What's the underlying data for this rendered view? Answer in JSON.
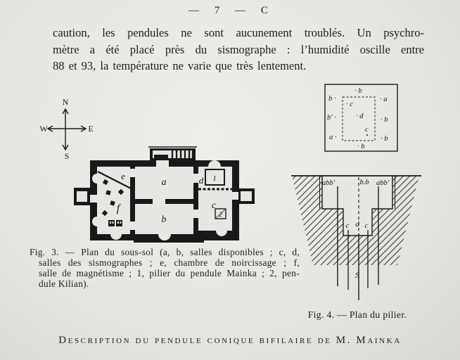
{
  "page": {
    "header": "— 7 — C",
    "paragraph_lines": [
      "caution, les pendules ne sont aucunement troublés. Un psychro-",
      "mètre a été placé près du sismographe : l’humidité oscille entre",
      "88 et 93, la température ne varie que très lentement."
    ],
    "footer_title": "Description du pendule conique bifilaire de M. Mainka"
  },
  "compass": {
    "n": "N",
    "s": "S",
    "w": "W",
    "e": "E"
  },
  "fig3": {
    "caption_lines": [
      "Fig. 3. — Plan du sous-sol (a, b, salles disponibles ; c, d,",
      "salles des sismographes ; e, chambre de noircissage ; f,",
      "salle de magnétisme ; 1, pilier du pendule Mainka ; 2, pen-",
      "dule Kilian)."
    ],
    "rooms": {
      "a": "a",
      "b": "b",
      "c": "c",
      "d": "d",
      "e": "e",
      "f": "f"
    },
    "pillars": {
      "mainka": "1",
      "kilian": "2"
    }
  },
  "pillar_plan": {
    "labels": {
      "top_b": "· b",
      "top_left_b": "b ·",
      "top_right_a": "· a",
      "inner_c": "· c",
      "left_b_prime": "b′ ·",
      "center_d": "· d",
      "right_b": "· b",
      "inner_c2": "c",
      "bottom_left_a": "a ·",
      "bottom_right_b": "· b",
      "bottom_center_b": "· b"
    }
  },
  "fig4": {
    "caption": "Fig. 4. — Plan du pilier.",
    "labels": {
      "pile_left": "abb′",
      "pile_center": "b.b",
      "pile_right": "abb′",
      "c_left": "c",
      "d_center": "d",
      "c_right": "c",
      "spring": "S"
    }
  },
  "colors": {
    "paper": "#e8e6e2",
    "ink": "#191919"
  }
}
